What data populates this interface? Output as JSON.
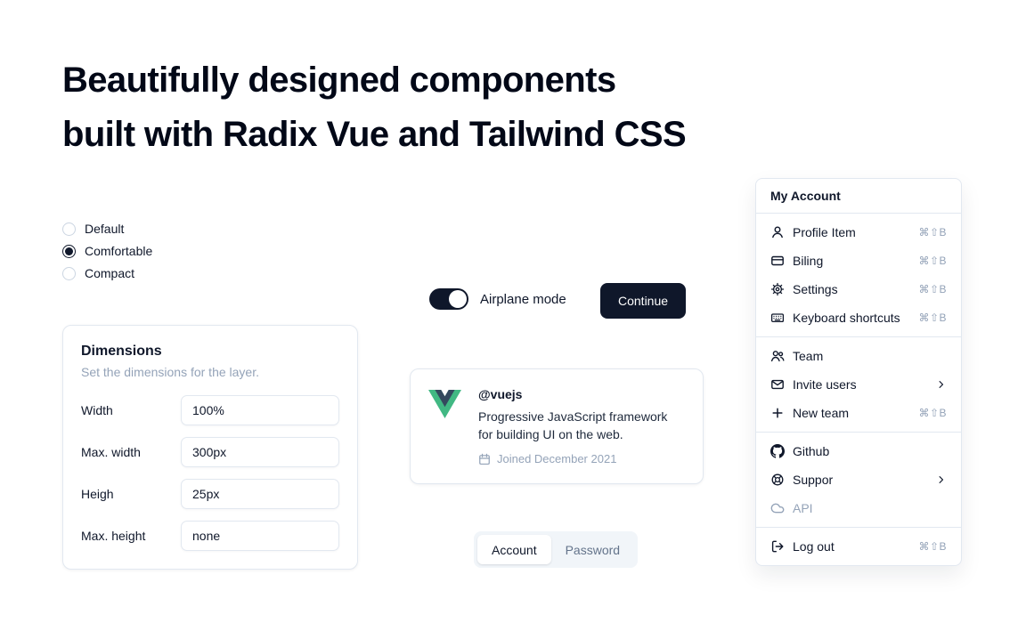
{
  "colors": {
    "primary": "#0f172a",
    "heading": "#020817",
    "border": "#e2e8f0",
    "muted_text": "#94a3b8",
    "tabs_background": "#f1f5f9",
    "vue_green": "#41b883",
    "vue_navy": "#34495e"
  },
  "hero": {
    "line1": "Beautifully designed components",
    "line2": "built with Radix Vue and Tailwind CSS"
  },
  "radio_group": {
    "options": [
      {
        "label": "Default",
        "selected": false
      },
      {
        "label": "Comfortable",
        "selected": true
      },
      {
        "label": "Compact",
        "selected": false
      }
    ]
  },
  "dimensions_card": {
    "title": "Dimensions",
    "subtitle": "Set the dimensions for the layer.",
    "fields": [
      {
        "label": "Width",
        "value": "100%"
      },
      {
        "label": "Max. width",
        "value": "300px"
      },
      {
        "label": "Heigh",
        "value": "25px"
      },
      {
        "label": "Max. height",
        "value": "none"
      }
    ]
  },
  "airplane_switch": {
    "label": "Airplane mode",
    "state": "on"
  },
  "continue_button": {
    "label": "Continue"
  },
  "vue_card": {
    "handle": "@vuejs",
    "description": "Progressive JavaScript framework for building UI on the web.",
    "joined": "Joined December 2021"
  },
  "tabs": {
    "items": [
      {
        "label": "Account",
        "active": true
      },
      {
        "label": "Password",
        "active": false
      }
    ]
  },
  "account_menu": {
    "title": "My Account",
    "groups": [
      {
        "items": [
          {
            "label": "Profile Item",
            "icon": "user-icon",
            "shortcut": "⌘⇧B"
          },
          {
            "label": "Biling",
            "icon": "credit-card-icon",
            "shortcut": "⌘⇧B"
          },
          {
            "label": "Settings",
            "icon": "gear-icon",
            "shortcut": "⌘⇧B"
          },
          {
            "label": "Keyboard shortcuts",
            "icon": "keyboard-icon",
            "shortcut": "⌘⇧B"
          }
        ]
      },
      {
        "items": [
          {
            "label": "Team",
            "icon": "users-icon"
          },
          {
            "label": "Invite users",
            "icon": "mail-icon",
            "submenu": true
          },
          {
            "label": "New team",
            "icon": "plus-icon",
            "shortcut": "⌘⇧B"
          }
        ]
      },
      {
        "items": [
          {
            "label": "Github",
            "icon": "github-icon"
          },
          {
            "label": "Suppor",
            "icon": "lifebuoy-icon",
            "submenu": true
          },
          {
            "label": "API",
            "icon": "cloud-icon",
            "disabled": true
          }
        ]
      },
      {
        "items": [
          {
            "label": "Log out",
            "icon": "logout-icon",
            "shortcut": "⌘⇧B"
          }
        ]
      }
    ]
  }
}
